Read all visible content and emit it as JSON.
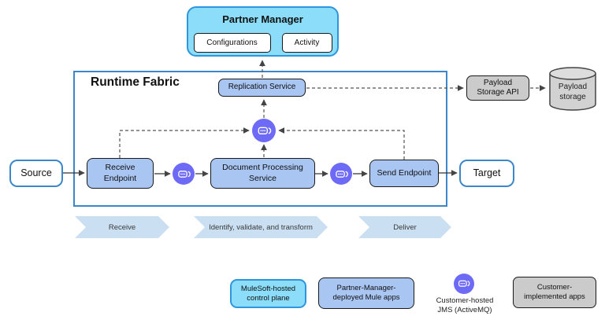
{
  "partner_manager": {
    "title": "Partner Manager",
    "items": [
      {
        "label": "Configurations"
      },
      {
        "label": "Activity"
      }
    ]
  },
  "runtime_fabric": {
    "title": "Runtime Fabric",
    "replication_service": "Replication Service",
    "receive_endpoint": "Receive Endpoint",
    "document_processing_service": "Document Processing Service",
    "send_endpoint": "Send Endpoint"
  },
  "endpoints": {
    "source": "Source",
    "target": "Target"
  },
  "storage": {
    "api": "Payload Storage API",
    "store": "Payload storage"
  },
  "process_steps": [
    {
      "label": "Receive"
    },
    {
      "label": "Identify, validate, and transform"
    },
    {
      "label": "Deliver"
    }
  ],
  "legend": [
    {
      "label": "MuleSoft-hosted control plane",
      "type": "mulesoft-hosted-control-plane"
    },
    {
      "label": "Partner-Manager-deployed Mule apps",
      "type": "partner-manager-deployed-mule-apps"
    },
    {
      "label": "Customer-hosted JMS (ActiveMQ)",
      "type": "customer-hosted-jms"
    },
    {
      "label": "Customer-implemented apps",
      "type": "customer-implemented-apps"
    }
  ],
  "colors": {
    "control_plane_fill": "#8BDDF9",
    "control_plane_border": "#2E96DC",
    "mule_app_fill": "#A9C5F2",
    "jms_purple": "#6E6AF8",
    "customer_app_fill": "#CBCBCB",
    "fabric_border": "#3C87C9",
    "process_chevron_fill": "#CADFF1"
  }
}
